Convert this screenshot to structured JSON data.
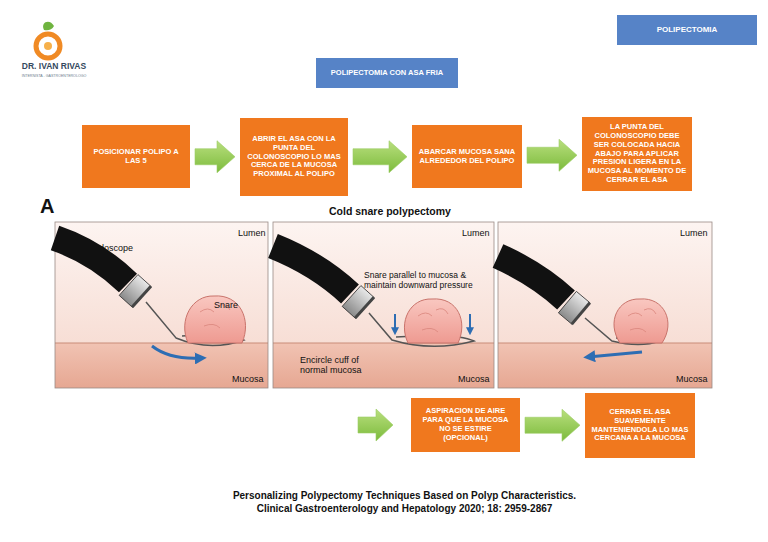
{
  "diagram": {
    "caption": "Personalizing Polypectomy Techniques Based on Polyp Characteristics. Clinical Gastroenterology and Hepatology 2020; 18: 2959-2867",
    "nodes": [
      {
        "text": [
          "POLIPECTOMIA"
        ]
      },
      {
        "text": [
          "POLIPECTOMIA CON ASA FRIA"
        ]
      },
      {
        "text": [
          "POSICIONAR POLIPO A LAS 5"
        ]
      },
      {
        "text": [
          "ABRIR EL ASA CON LA PUNTA DEL COLONOSCOPIO LO MAS CERCA DE LA MUCOSA PROXIMAL AL POLIPO"
        ]
      },
      {
        "text": [
          "ABARCAR MUCOSA SANA ALREDEDOR DEL POLIPO"
        ]
      },
      {
        "text": [
          "LA PUNTA DEL COLONOSCOPIO DEBE SER COLOCADA HACIA ABAJO PARA APLICAR PRESION LIGERA EN LA MUCOSA AL MOMENTO DE CERRAR EL ASA"
        ]
      },
      {
        "text": [
          "ASPIRACION DE AIRE PARA QUE LA MUCOSA NO SE ESTIRE (OPCIONAL)"
        ]
      },
      {
        "text": [
          "CERRAR EL ASA SUAVEMENTE MANTENIENDOLA LO MAS CERCANA A LA MUCOSA"
        ]
      }
    ],
    "edges": [
      {
        "from": 2,
        "to": 3,
        "arrow": "to"
      },
      {
        "from": 3,
        "to": 4,
        "arrow": "to"
      },
      {
        "from": 4,
        "to": 5,
        "arrow": "to"
      },
      {
        "from": 6,
        "to": 7,
        "arrow": "to"
      }
    ],
    "labels": [
      "DR. IVAN RIVAS",
      "INTERNISTA - GASTROENTEROLOGO",
      "A",
      "Cold snare polypectomy",
      "Endoscope",
      "Snare",
      "Lumen",
      "Mucosa",
      "Snare parallel to mucosa & maintain downward pressure",
      "Encircle cuff of normal mucosa",
      "Lumen",
      "Mucosa",
      "Lumen",
      "Mucosa"
    ]
  }
}
